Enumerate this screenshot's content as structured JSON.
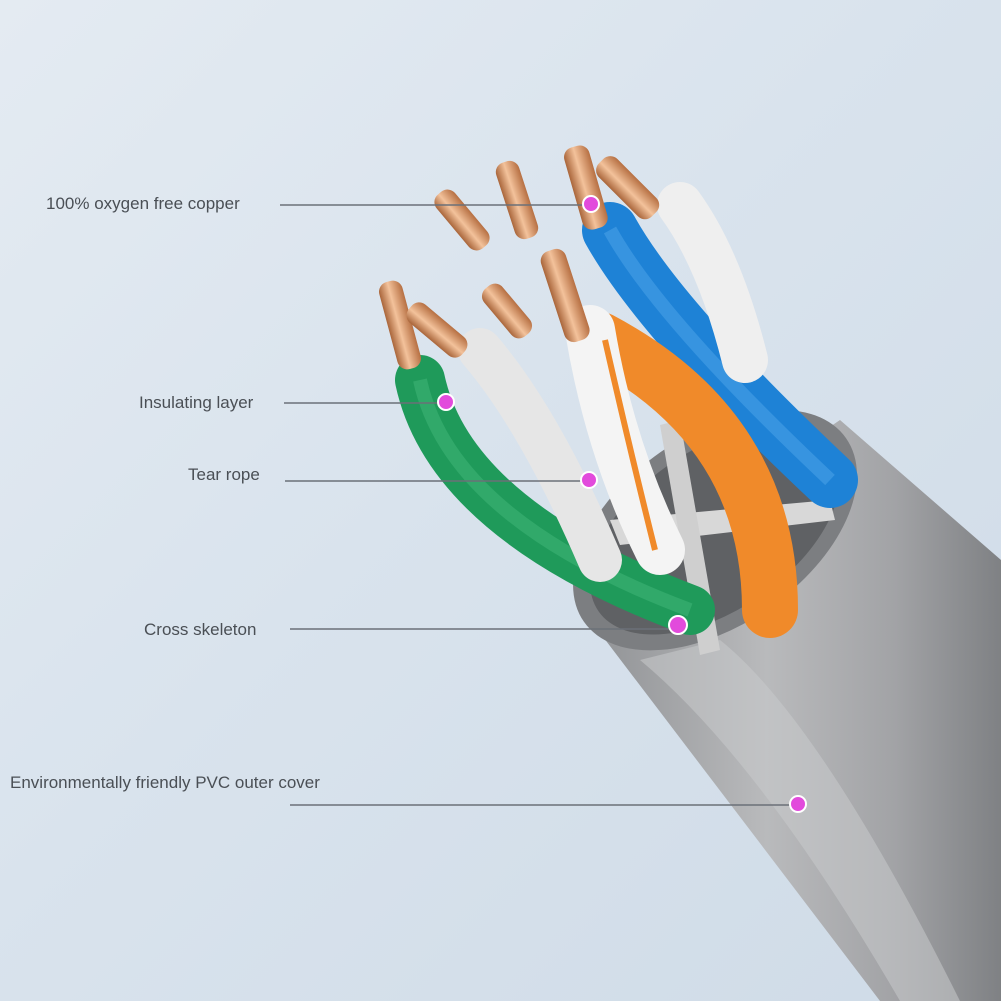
{
  "callouts": [
    {
      "id": "copper",
      "label": "100% oxygen free copper"
    },
    {
      "id": "insulating",
      "label": "Insulating layer"
    },
    {
      "id": "tear",
      "label": "Tear rope"
    },
    {
      "id": "cross",
      "label": "Cross skeleton"
    },
    {
      "id": "pvc",
      "label": "Environmentally friendly PVC outer cover"
    }
  ],
  "colors": {
    "background": "#dce5ee",
    "leader_line": "#6b7078",
    "marker": "#e24bdc",
    "jacket": "#a6a6a6",
    "wire_green": "#1f9a5a",
    "wire_blue": "#1e82d6",
    "wire_orange": "#f08a2a",
    "copper": "#d28a56"
  }
}
